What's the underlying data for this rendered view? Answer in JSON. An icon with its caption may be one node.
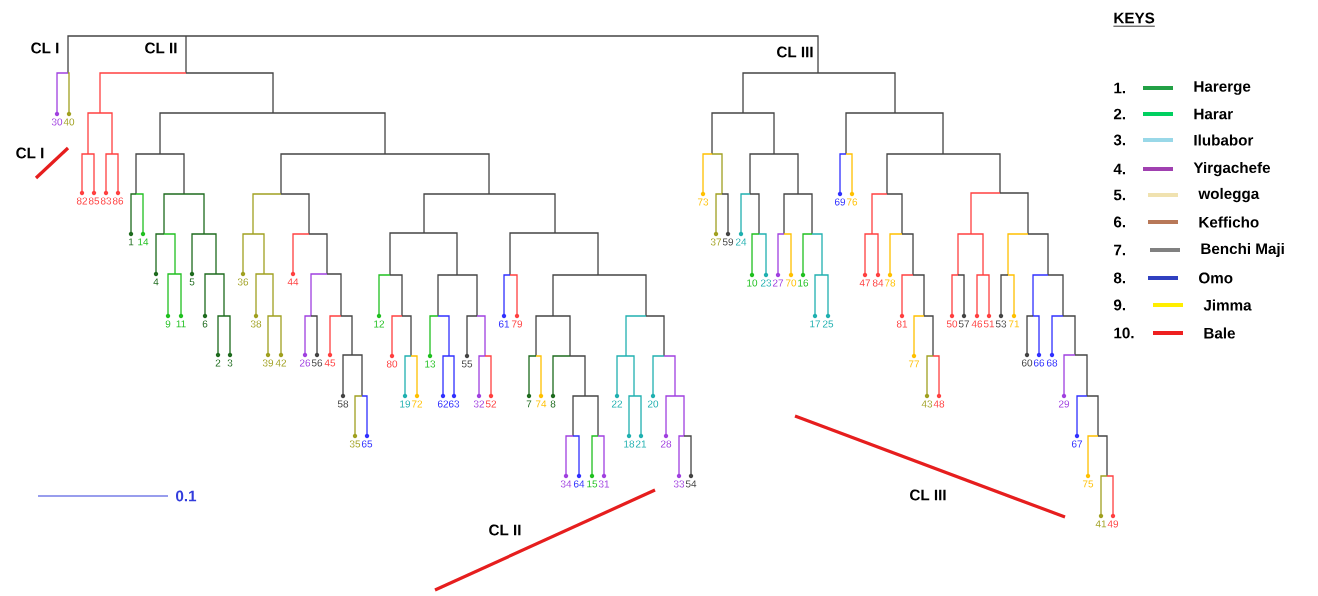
{
  "diagram": {
    "labels": [
      "CL I",
      "CL II",
      "CL III",
      "30",
      "40",
      "82",
      "85",
      "83",
      "86",
      "1",
      "14",
      "4",
      "9",
      "11",
      "5",
      "6",
      "2",
      "3",
      "36",
      "38",
      "39",
      "42",
      "44",
      "26",
      "56",
      "45",
      "58",
      "35",
      "65",
      "12",
      "80",
      "19",
      "72",
      "13",
      "62",
      "63",
      "55",
      "32",
      "52",
      "61",
      "79",
      "7",
      "74",
      "8",
      "34",
      "64",
      "15",
      "31",
      "22",
      "18",
      "21",
      "20",
      "28",
      "33",
      "54",
      "73",
      "37",
      "59",
      "24",
      "10",
      "23",
      "27",
      "70",
      "16",
      "17",
      "25",
      "69",
      "76",
      "47",
      "84",
      "78",
      "81",
      "77",
      "43",
      "48",
      "50",
      "57",
      "46",
      "51",
      "53",
      "71",
      "60",
      "66",
      "68",
      "29",
      "67",
      "75",
      "41",
      "49",
      "CL I",
      "0.1",
      "CL III",
      "CL II",
      "KEYS",
      "1.",
      "2.",
      "3.",
      "4.",
      "5.",
      "6.",
      "7.",
      "8.",
      "9.",
      "10."
    ],
    "legend": [
      {
        "text": "Harerge",
        "color": "#22a045"
      },
      {
        "text": "Harar",
        "color": "#00d060"
      },
      {
        "text": "Ilubabor",
        "color": "#99d8e8"
      },
      {
        "text": "Yirgachefe",
        "color": "#a040b0"
      },
      {
        "text": "wolegga",
        "color": "#f0e2b0"
      },
      {
        "text": "Kefficho",
        "color": "#b87858"
      },
      {
        "text": "Benchi Maji",
        "color": "#808080"
      },
      {
        "text": "Omo",
        "color": "#3040c0"
      },
      {
        "text": "Jimma",
        "color": "#ffee00"
      },
      {
        "text": "Bale",
        "color": "#ee2020"
      }
    ]
  }
}
